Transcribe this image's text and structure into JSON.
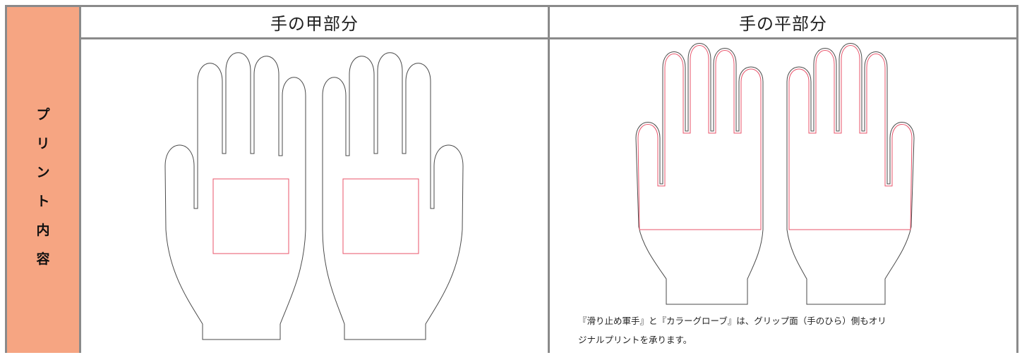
{
  "side": {
    "chars": [
      "プ",
      "リ",
      "ン",
      "ト",
      "内",
      "容"
    ]
  },
  "columns": {
    "back": {
      "title": "手の甲部分"
    },
    "palm": {
      "title": "手の平部分"
    }
  },
  "note": {
    "line1": "『滑り止め軍手』と『カラーグローブ』は、グリップ面（手のひら）側もオリ",
    "line2": "ジナルプリントを承ります。"
  },
  "colors": {
    "outline": "#4a4a4a",
    "print_area": "#e8536a",
    "label_bg": "#f6a582",
    "border": "#8a8a8a"
  }
}
